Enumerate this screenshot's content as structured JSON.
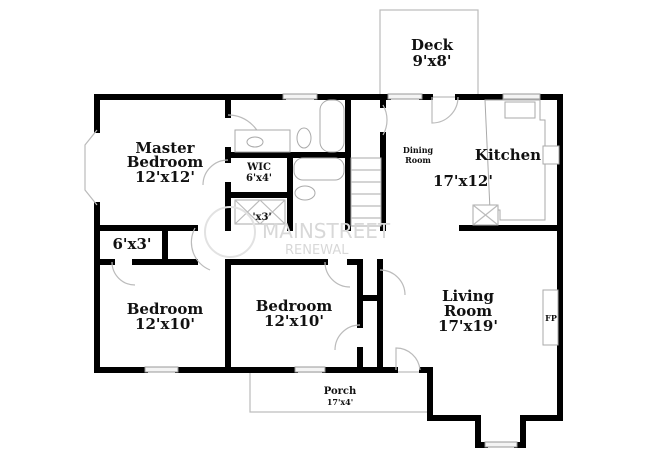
{
  "rooms": {
    "deck": {
      "name": "Deck",
      "size": "9'x8'"
    },
    "master_bedroom": {
      "name_line1": "Master",
      "name_line2": "Bedroom",
      "size": "12'x12'"
    },
    "wic": {
      "name": "WIC",
      "size": "6'x4'"
    },
    "linen": {
      "size": "'x3'"
    },
    "closet": {
      "size": "6'x3'"
    },
    "dining_room": {
      "name_line1": "Dining",
      "name_line2": "Room"
    },
    "kitchen": {
      "name": "Kitchen",
      "size": "17'x12'"
    },
    "bedroom_1": {
      "name": "Bedroom",
      "size": "12'x10'"
    },
    "bedroom_2": {
      "name": "Bedroom",
      "size": "12'x10'"
    },
    "living_room": {
      "name_line1": "Living",
      "name_line2": "Room",
      "size": "17'x19'"
    },
    "fireplace": {
      "label": "FP"
    },
    "porch": {
      "name": "Porch",
      "size": "17'x4'"
    }
  },
  "watermark": {
    "line1": "MAINSTREET",
    "line2": "RENEWAL"
  }
}
